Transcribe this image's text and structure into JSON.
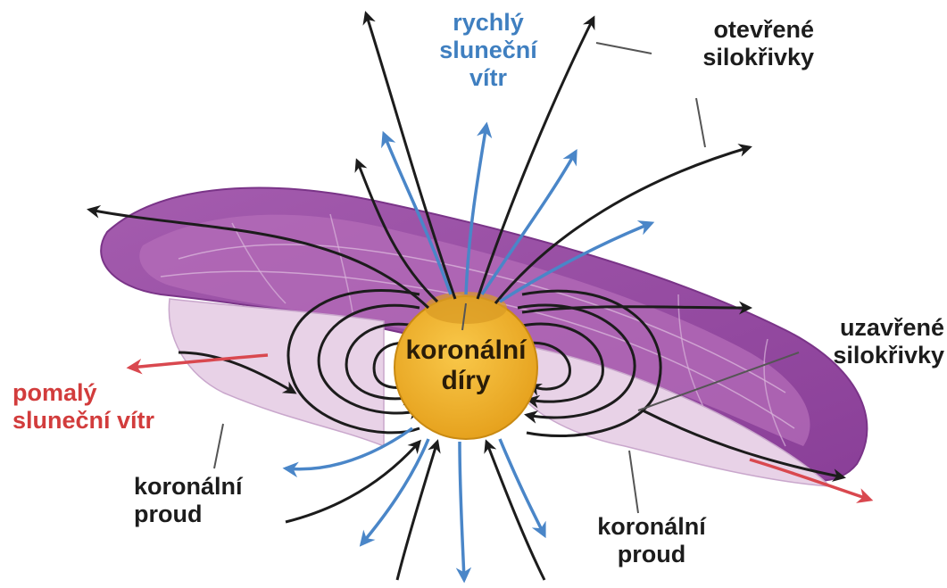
{
  "labels": {
    "fast_wind": [
      "rychlý",
      "sluneční",
      "vítr"
    ],
    "open_lines": [
      "otevřené",
      "silokřivky"
    ],
    "closed_lines": [
      "uzavřené",
      "silokřivky"
    ],
    "slow_wind": [
      "pomalý",
      "sluneční vítr"
    ],
    "streamer_left": [
      "koronální",
      "proud"
    ],
    "streamer_right": [
      "koronální",
      "proud"
    ],
    "holes": [
      "koronální",
      "díry"
    ]
  },
  "colors": {
    "disk_outer": "#9b4fa6",
    "disk_light": "#e8d2e7",
    "disk_top": "#b46cb8",
    "sun": "#f2b52b",
    "fast_wind_arrow": "#4a86c8",
    "slow_wind_arrow": "#d9484f",
    "field_line": "#1c1c1c"
  }
}
